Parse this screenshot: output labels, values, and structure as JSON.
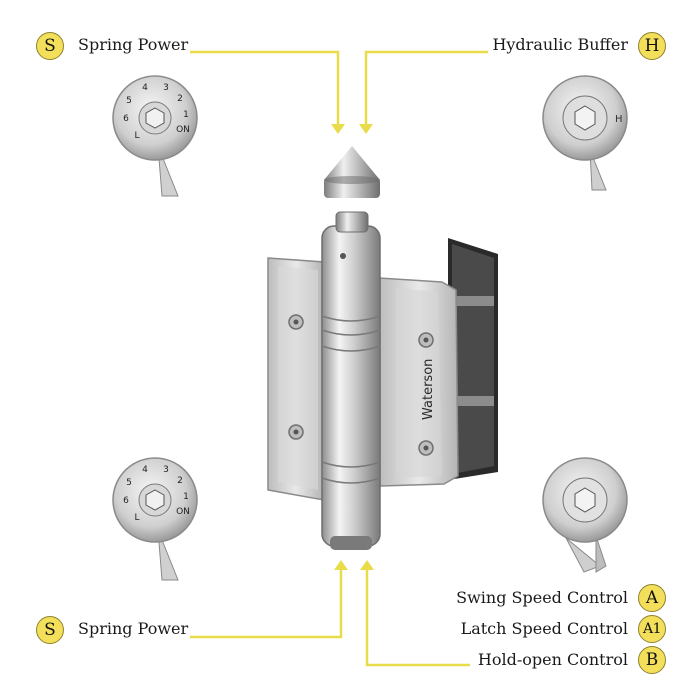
{
  "labels": {
    "top_left": {
      "badge": "S",
      "text": "Spring Power"
    },
    "top_right": {
      "badge": "H",
      "text": "Hydraulic Buffer"
    },
    "bottom_left": {
      "badge": "S",
      "text": "Spring Power"
    },
    "bottom_right": [
      {
        "badge": "A",
        "text": "Swing Speed Control"
      },
      {
        "badge": "A1",
        "text": "Latch Speed Control"
      },
      {
        "badge": "B",
        "text": "Hold-open Control"
      }
    ]
  },
  "dial_numbers": [
    "ON",
    "1",
    "2",
    "3",
    "4",
    "5",
    "6",
    "L"
  ],
  "brand_text": "Waterson",
  "colors": {
    "callout_line": "#e8dc4a",
    "badge_fill": "#f3df5a",
    "steel_light": "#e6e6e6",
    "steel_dark": "#8a8a8a"
  }
}
